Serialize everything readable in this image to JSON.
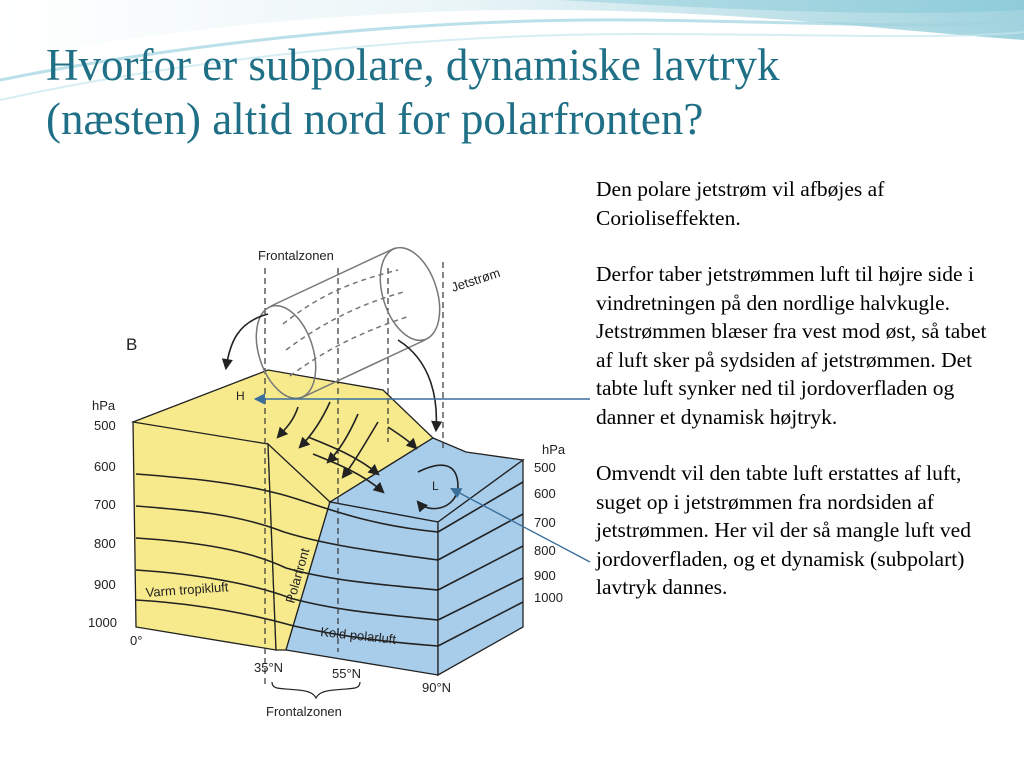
{
  "slide": {
    "title_line1": "Hvorfor er subpolare, dynamiske lavtryk",
    "title_line2": "(næsten) altid nord for polarfronten?"
  },
  "diagram": {
    "frontalzone_top": "Frontalzonen",
    "frontalzone_bottom": "Frontalzonen",
    "jetstream": "Jetstrøm",
    "corner_label": "B",
    "high": "H",
    "low": "L",
    "left_axis": {
      "unit": "hPa",
      "levels": [
        "500",
        "600",
        "700",
        "800",
        "900",
        "1000"
      ]
    },
    "right_axis": {
      "unit": "hPa",
      "levels": [
        "500",
        "600",
        "700",
        "800",
        "900",
        "1000"
      ]
    },
    "warm_air": "Varm tropikluft",
    "cold_air": "Kold polarluft",
    "polar_front": "Polarfront",
    "latitudes": [
      "0°",
      "35°N",
      "55°N",
      "90°N"
    ],
    "colors": {
      "warm": "#f7ea8c",
      "cold": "#a8cdeb",
      "pointer": "#3a6f9c"
    }
  },
  "text": {
    "para1": "Den polare jetstrøm vil afbøjes af Corioliseffekten.",
    "para2": "Derfor taber jetstrømmen luft til højre side i vindretningen på den nordlige halvkugle. Jetstrømmen blæser fra vest mod øst, så tabet af luft sker på sydsiden af jetstrømmen. Det tabte luft synker ned til jordoverfladen og danner et dynamisk højtryk.",
    "para3": "Omvendt vil den tabte luft erstattes af luft, suget op i jetstrømmen fra nordsiden af jetstrømmen. Her vil der så mangle luft ved jordoverfladen, og et dynamisk (subpolart) lavtryk dannes."
  }
}
